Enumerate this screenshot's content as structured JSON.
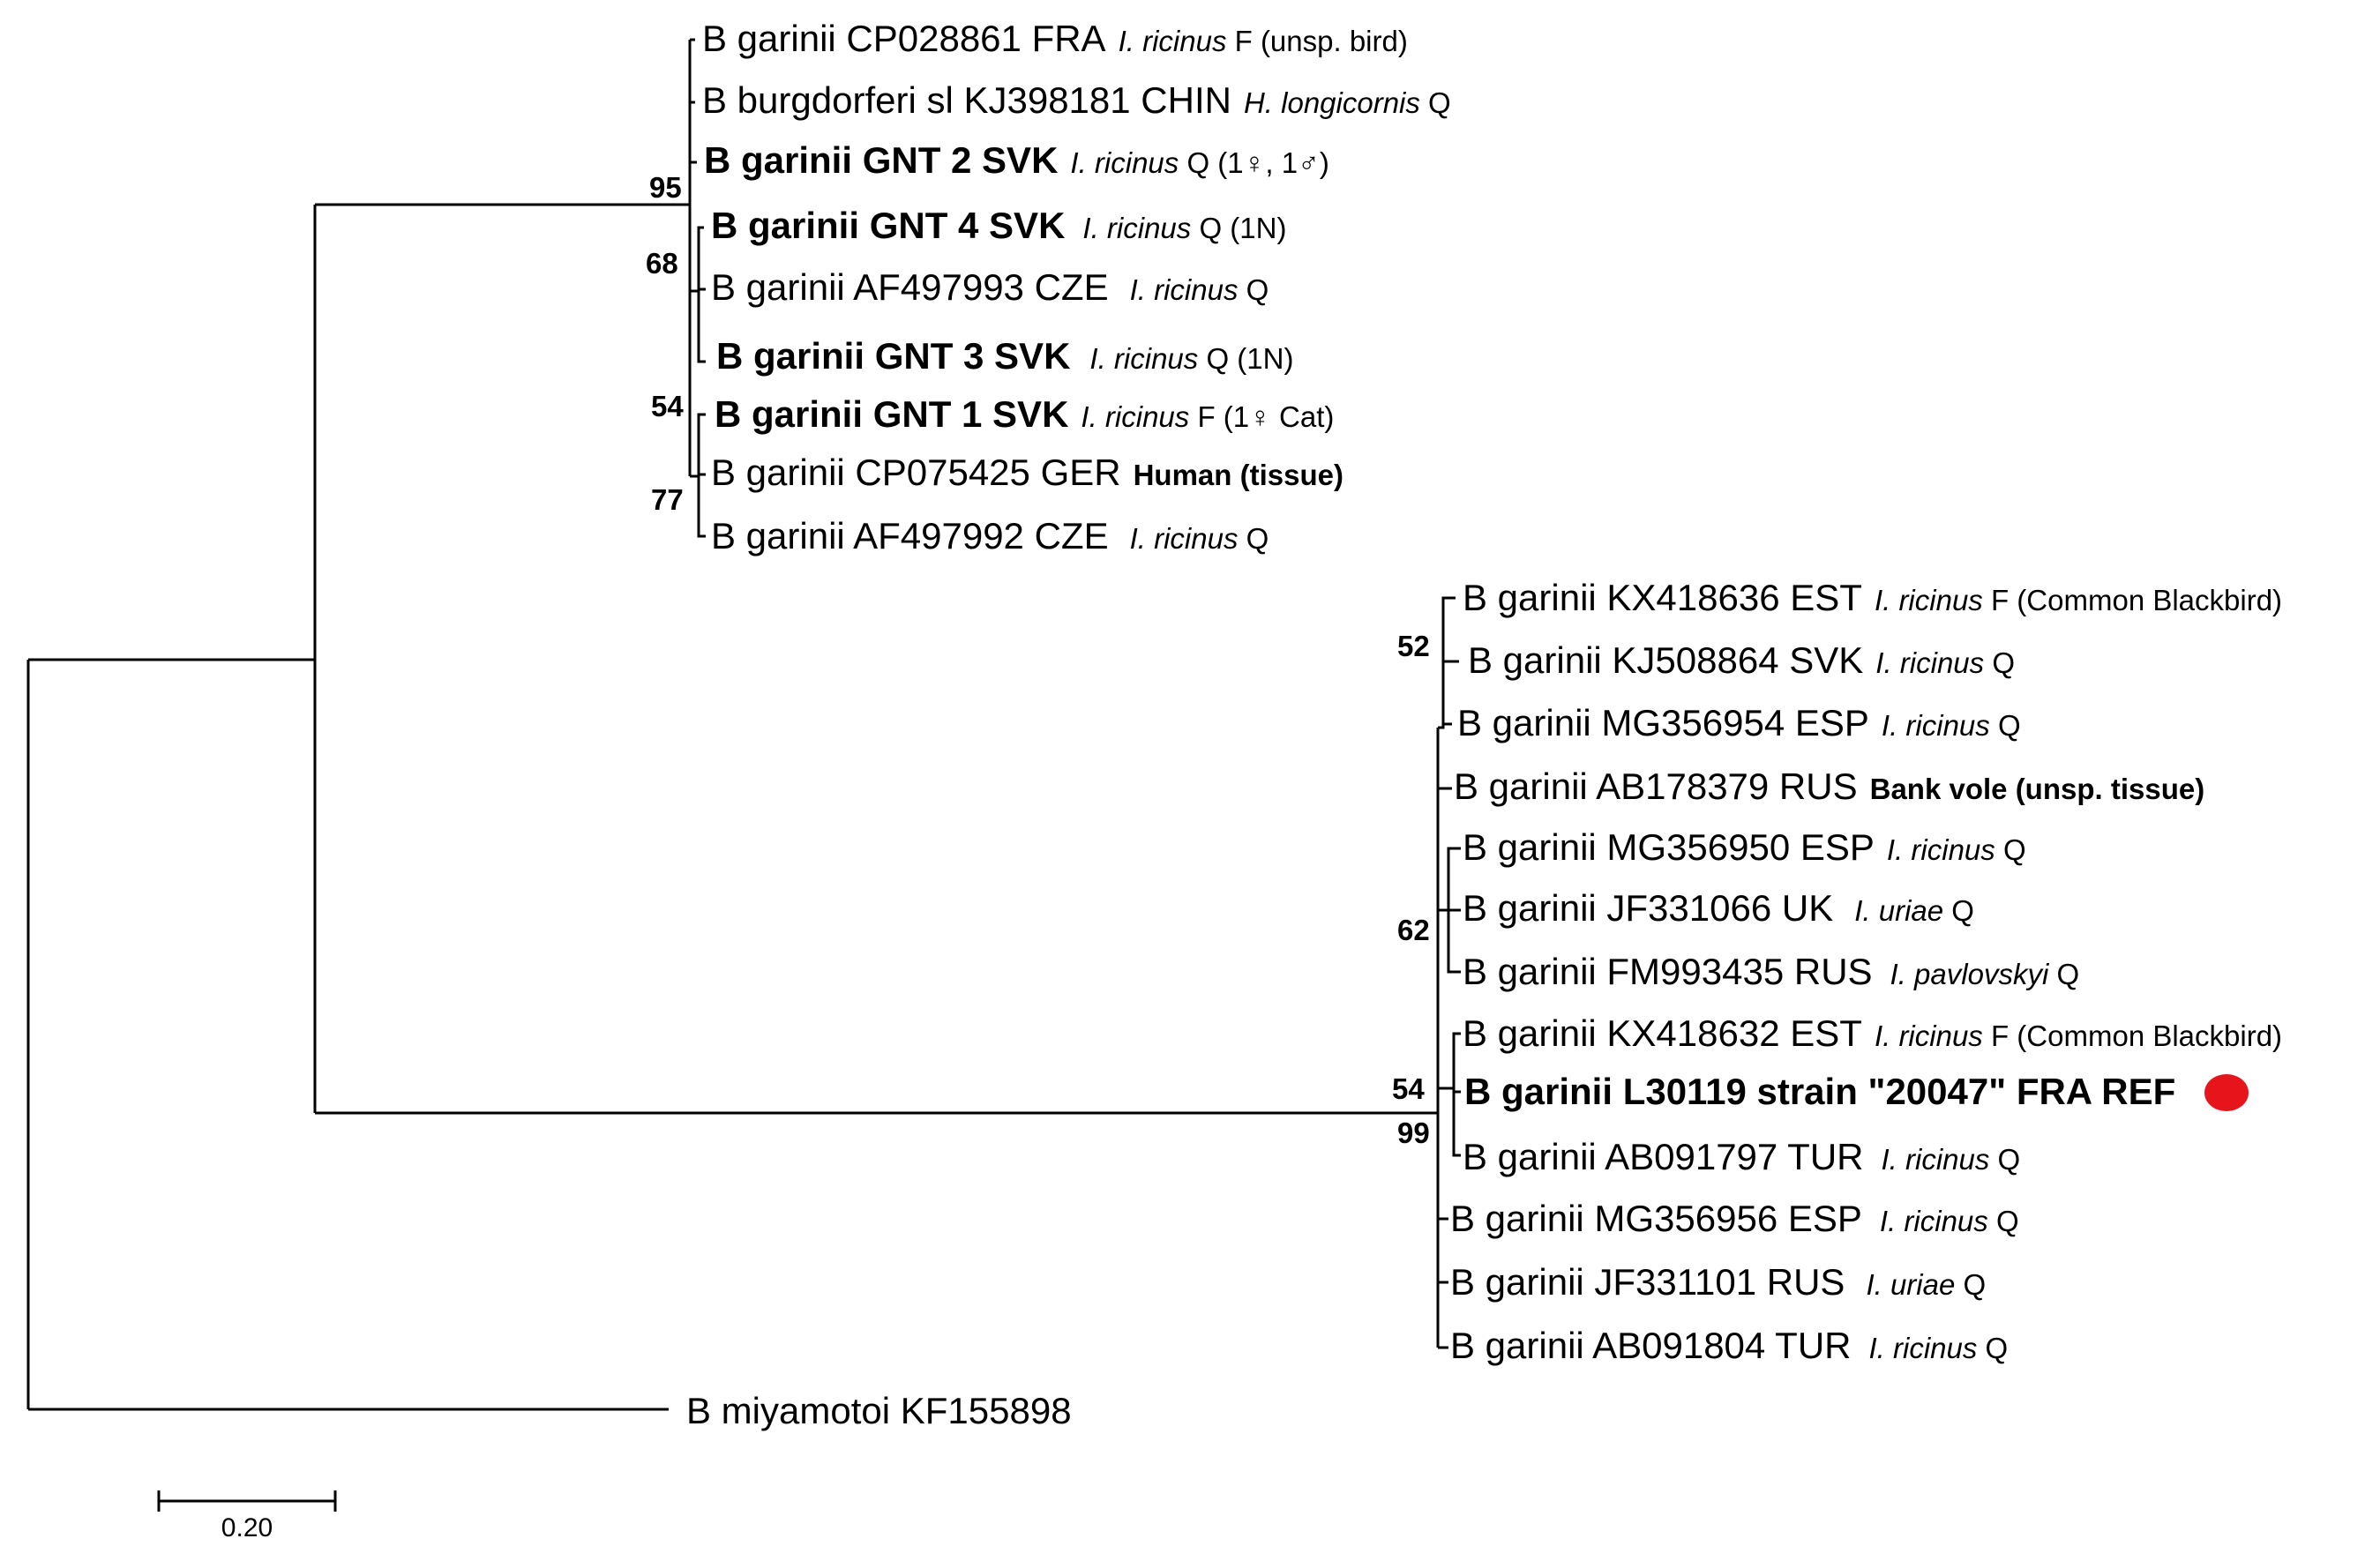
{
  "tree": {
    "taxa": [
      {
        "id": "t1",
        "name": "B garinii CP028861 FRA",
        "bold": false,
        "host": "I. ricinus",
        "suffix": " F (unsp. bird)"
      },
      {
        "id": "t2",
        "name": "B burgdorferi sl KJ398181 CHIN",
        "bold": false,
        "host": "H. longicornis",
        "suffix": " Q"
      },
      {
        "id": "t3",
        "name": "B garinii GNT 2 SVK",
        "bold": true,
        "host": "I. ricinus",
        "suffix": " Q (1♀, 1♂)"
      },
      {
        "id": "t4",
        "name": "B garinii GNT 4 SVK",
        "bold": true,
        "host": "I. ricinus",
        "suffix": " Q (1N)"
      },
      {
        "id": "t5",
        "name": "B garinii AF497993 CZE",
        "bold": false,
        "host": "I. ricinus",
        "suffix": " Q"
      },
      {
        "id": "t6",
        "name": "B garinii GNT 3 SVK",
        "bold": true,
        "host": "I. ricinus",
        "suffix": " Q (1N)"
      },
      {
        "id": "t7",
        "name": "B garinii GNT 1 SVK",
        "bold": true,
        "host": "I. ricinus",
        "suffix": " F (1♀ Cat)"
      },
      {
        "id": "t8",
        "name": "B garinii CP075425 GER",
        "bold": false,
        "host": "",
        "suffix": "Human (tissue)"
      },
      {
        "id": "t9",
        "name": "B garinii AF497992 CZE",
        "bold": false,
        "host": "I. ricinus",
        "suffix": " Q"
      },
      {
        "id": "t10",
        "name": "B garinii KX418636 EST",
        "bold": false,
        "host": "I. ricinus",
        "suffix": " F (Common Blackbird)"
      },
      {
        "id": "t11",
        "name": "B garinii KJ508864 SVK",
        "bold": false,
        "host": "I. ricinus",
        "suffix": " Q"
      },
      {
        "id": "t12",
        "name": "B garinii MG356954 ESP",
        "bold": false,
        "host": "I. ricinus",
        "suffix": " Q"
      },
      {
        "id": "t13",
        "name": "B garinii AB178379 RUS",
        "bold": false,
        "host": "",
        "suffix": "Bank vole (unsp. tissue)"
      },
      {
        "id": "t14",
        "name": "B garinii MG356950 ESP",
        "bold": false,
        "host": "I. ricinus",
        "suffix": " Q"
      },
      {
        "id": "t15",
        "name": "B garinii JF331066 UK",
        "bold": false,
        "host": "I. uriae",
        "suffix": " Q"
      },
      {
        "id": "t16",
        "name": "B garinii FM993435 RUS",
        "bold": false,
        "host": "I. pavlovskyi",
        "suffix": " Q"
      },
      {
        "id": "t17",
        "name": "B garinii KX418632 EST",
        "bold": false,
        "host": "I. ricinus",
        "suffix": " F (Common Blackbird)"
      },
      {
        "id": "t18",
        "name": "B garinii L30119 strain \"20047\" FRA REF",
        "bold": true,
        "host": "",
        "suffix": ""
      },
      {
        "id": "t19",
        "name": "B garinii AB091797 TUR",
        "bold": false,
        "host": "I. ricinus",
        "suffix": " Q"
      },
      {
        "id": "t20",
        "name": "B garinii MG356956 ESP",
        "bold": false,
        "host": "I. ricinus",
        "suffix": " Q"
      },
      {
        "id": "t21",
        "name": "B garinii JF331101 RUS",
        "bold": false,
        "host": "I. uriae",
        "suffix": " Q"
      },
      {
        "id": "t22",
        "name": "B garinii AB091804 TUR",
        "bold": false,
        "host": "I. ricinus",
        "suffix": " Q"
      },
      {
        "id": "t23",
        "name": "B miyamotoi KF155898",
        "bold": false,
        "host": "",
        "suffix": ""
      }
    ],
    "bootstrap": [
      "95",
      "68",
      "54",
      "77",
      "52",
      "62",
      "54",
      "99"
    ],
    "reference_marker_color": "#e8141b",
    "scale_bar_label": "0.20"
  }
}
